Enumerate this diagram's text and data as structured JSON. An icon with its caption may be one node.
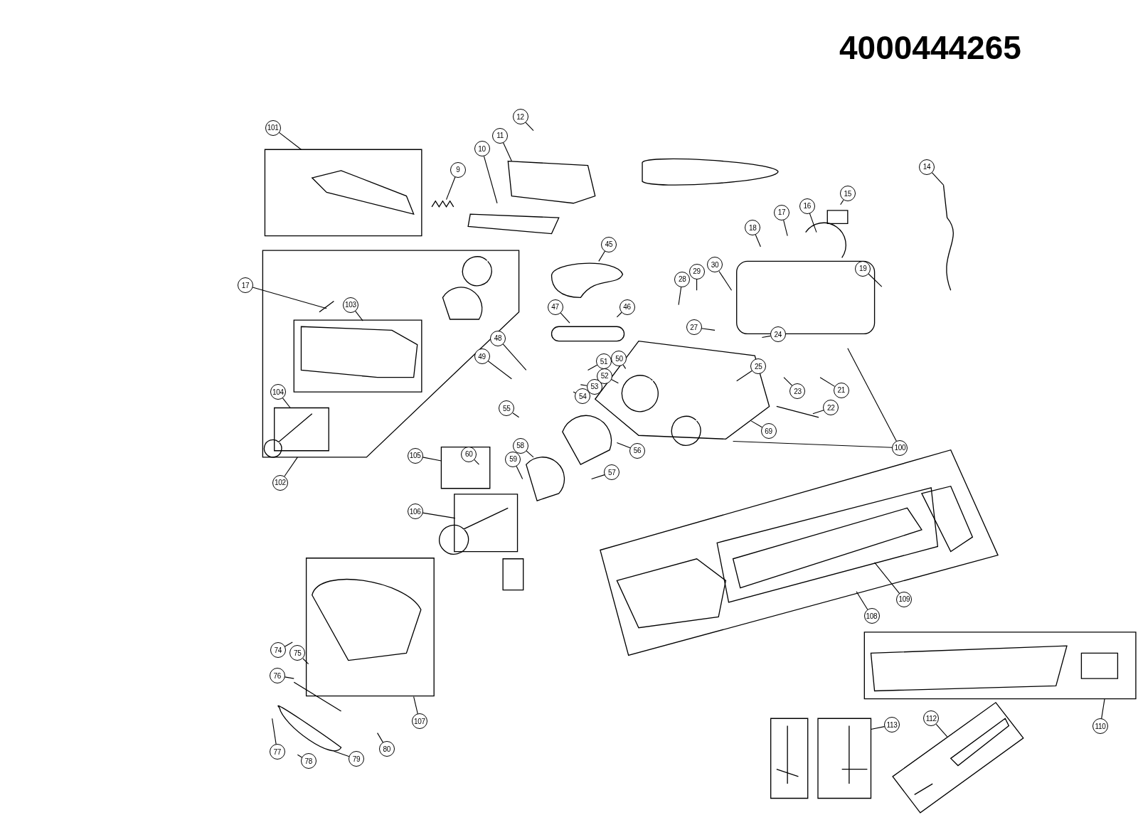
{
  "diagram": {
    "nodes": [
      {
        "text": [
          "12"
        ]
      },
      {
        "text": [
          "101"
        ]
      },
      {
        "text": [
          "11"
        ]
      },
      {
        "text": [
          "10"
        ]
      },
      {
        "text": [
          "14"
        ]
      },
      {
        "text": [
          "9"
        ]
      },
      {
        "text": [
          "15"
        ]
      },
      {
        "text": [
          "16"
        ]
      },
      {
        "text": [
          "17"
        ]
      },
      {
        "text": [
          "18"
        ]
      },
      {
        "text": [
          "45"
        ]
      },
      {
        "text": [
          "30"
        ]
      },
      {
        "text": [
          "19"
        ]
      },
      {
        "text": [
          "29"
        ]
      },
      {
        "text": [
          "28"
        ]
      },
      {
        "text": [
          "17"
        ]
      },
      {
        "text": [
          "103"
        ]
      },
      {
        "text": [
          "47"
        ]
      },
      {
        "text": [
          "46"
        ]
      },
      {
        "text": [
          "27"
        ]
      },
      {
        "text": [
          "24"
        ]
      },
      {
        "text": [
          "48"
        ]
      },
      {
        "text": [
          "49"
        ]
      },
      {
        "text": [
          "50"
        ]
      },
      {
        "text": [
          "51"
        ]
      },
      {
        "text": [
          "25"
        ]
      },
      {
        "text": [
          "52"
        ]
      },
      {
        "text": [
          "53"
        ]
      },
      {
        "text": [
          "21"
        ]
      },
      {
        "text": [
          "23"
        ]
      },
      {
        "text": [
          "104"
        ]
      },
      {
        "text": [
          "54"
        ]
      },
      {
        "text": [
          "22"
        ]
      },
      {
        "text": [
          "55"
        ]
      },
      {
        "text": [
          "69"
        ]
      },
      {
        "text": [
          "58"
        ]
      },
      {
        "text": [
          "100"
        ]
      },
      {
        "text": [
          "56"
        ]
      },
      {
        "text": [
          "60"
        ]
      },
      {
        "text": [
          "105"
        ]
      },
      {
        "text": [
          "59"
        ]
      },
      {
        "text": [
          "57"
        ]
      },
      {
        "text": [
          "102"
        ]
      },
      {
        "text": [
          "106"
        ]
      },
      {
        "text": [
          "109"
        ]
      },
      {
        "text": [
          "108"
        ]
      },
      {
        "text": [
          "74"
        ]
      },
      {
        "text": [
          "75"
        ]
      },
      {
        "text": [
          "76"
        ]
      },
      {
        "text": [
          "112"
        ]
      },
      {
        "text": [
          "107"
        ]
      },
      {
        "text": [
          "113"
        ]
      },
      {
        "text": [
          "110"
        ]
      },
      {
        "text": [
          "80"
        ]
      },
      {
        "text": [
          "77"
        ]
      },
      {
        "text": [
          "79"
        ]
      },
      {
        "text": [
          "78"
        ]
      }
    ],
    "edges": [
      {
        "from": 0,
        "to": null,
        "arrow": "none"
      },
      {
        "from": 1,
        "to": null,
        "arrow": "none"
      },
      {
        "from": 2,
        "to": null,
        "arrow": "none"
      },
      {
        "from": 3,
        "to": null,
        "arrow": "none"
      },
      {
        "from": 4,
        "to": null,
        "arrow": "none"
      },
      {
        "from": 5,
        "to": null,
        "arrow": "none"
      },
      {
        "from": 6,
        "to": null,
        "arrow": "none"
      },
      {
        "from": 7,
        "to": null,
        "arrow": "none"
      },
      {
        "from": 8,
        "to": null,
        "arrow": "none"
      },
      {
        "from": 9,
        "to": null,
        "arrow": "none"
      },
      {
        "from": 10,
        "to": null,
        "arrow": "none"
      },
      {
        "from": 11,
        "to": null,
        "arrow": "none"
      },
      {
        "from": 12,
        "to": null,
        "arrow": "none"
      },
      {
        "from": 13,
        "to": null,
        "arrow": "none"
      },
      {
        "from": 14,
        "to": null,
        "arrow": "none"
      },
      {
        "from": 15,
        "to": null,
        "arrow": "none"
      },
      {
        "from": 16,
        "to": null,
        "arrow": "none"
      },
      {
        "from": 17,
        "to": null,
        "arrow": "none"
      },
      {
        "from": 18,
        "to": null,
        "arrow": "none"
      },
      {
        "from": 19,
        "to": null,
        "arrow": "none"
      },
      {
        "from": 20,
        "to": null,
        "arrow": "none"
      },
      {
        "from": 21,
        "to": null,
        "arrow": "none"
      },
      {
        "from": 22,
        "to": null,
        "arrow": "none"
      },
      {
        "from": 23,
        "to": null,
        "arrow": "none"
      },
      {
        "from": 24,
        "to": null,
        "arrow": "none"
      },
      {
        "from": 25,
        "to": null,
        "arrow": "none"
      },
      {
        "from": 26,
        "to": null,
        "arrow": "none"
      },
      {
        "from": 27,
        "to": null,
        "arrow": "none"
      },
      {
        "from": 28,
        "to": null,
        "arrow": "none"
      },
      {
        "from": 29,
        "to": null,
        "arrow": "none"
      },
      {
        "from": 30,
        "to": null,
        "arrow": "none"
      },
      {
        "from": 31,
        "to": null,
        "arrow": "none"
      },
      {
        "from": 32,
        "to": null,
        "arrow": "none"
      },
      {
        "from": 33,
        "to": null,
        "arrow": "none"
      },
      {
        "from": 34,
        "to": null,
        "arrow": "none"
      },
      {
        "from": 35,
        "to": null,
        "arrow": "none"
      },
      {
        "from": 36,
        "to": null,
        "arrow": "none"
      },
      {
        "from": 36,
        "to": null,
        "arrow": "none"
      },
      {
        "from": 37,
        "to": null,
        "arrow": "none"
      },
      {
        "from": 38,
        "to": null,
        "arrow": "none"
      },
      {
        "from": 39,
        "to": null,
        "arrow": "none"
      },
      {
        "from": 40,
        "to": null,
        "arrow": "none"
      },
      {
        "from": 41,
        "to": null,
        "arrow": "none"
      },
      {
        "from": 42,
        "to": null,
        "arrow": "none"
      },
      {
        "from": 43,
        "to": null,
        "arrow": "none"
      },
      {
        "from": 44,
        "to": null,
        "arrow": "none"
      },
      {
        "from": 45,
        "to": null,
        "arrow": "none"
      },
      {
        "from": 46,
        "to": null,
        "arrow": "none"
      },
      {
        "from": 47,
        "to": null,
        "arrow": "none"
      },
      {
        "from": 48,
        "to": null,
        "arrow": "none"
      },
      {
        "from": 49,
        "to": null,
        "arrow": "none"
      },
      {
        "from": 50,
        "to": null,
        "arrow": "none"
      },
      {
        "from": 51,
        "to": null,
        "arrow": "none"
      },
      {
        "from": 52,
        "to": null,
        "arrow": "none"
      },
      {
        "from": 53,
        "to": null,
        "arrow": "none"
      },
      {
        "from": 54,
        "to": null,
        "arrow": "none"
      },
      {
        "from": 55,
        "to": null,
        "arrow": "none"
      },
      {
        "from": 56,
        "to": null,
        "arrow": "none"
      }
    ],
    "labels": [
      "4000444265"
    ]
  }
}
